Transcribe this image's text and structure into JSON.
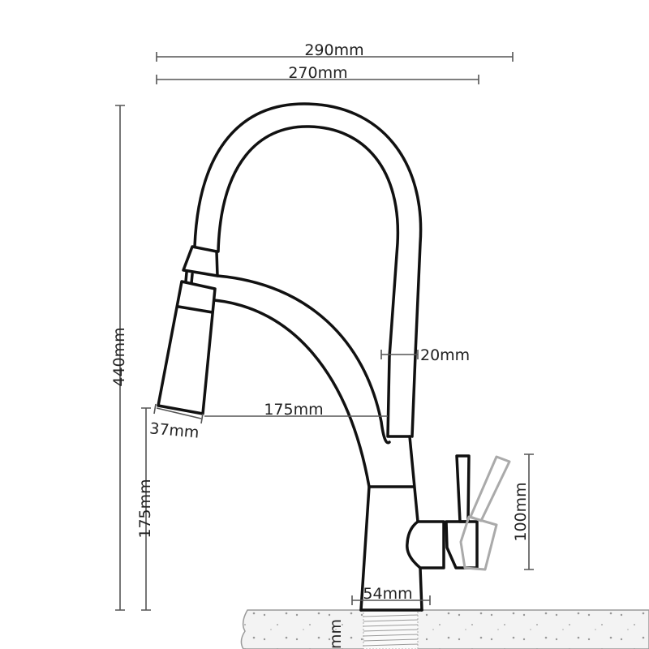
{
  "dimensions": {
    "overall_width": "290mm",
    "spout_reach_top": "270mm",
    "overall_height": "440mm",
    "spout_height": "175mm",
    "spout_reach": "175mm",
    "spray_head_diameter": "37mm",
    "hose_diameter": "20mm",
    "handle_height": "100mm",
    "base_diameter": "54mm",
    "counter_label_partial": "mm"
  },
  "colors": {
    "line": "#111111",
    "dimension": "#555555",
    "ghost_handle": "#aaaaaa",
    "counter": "#f2f2f2"
  }
}
